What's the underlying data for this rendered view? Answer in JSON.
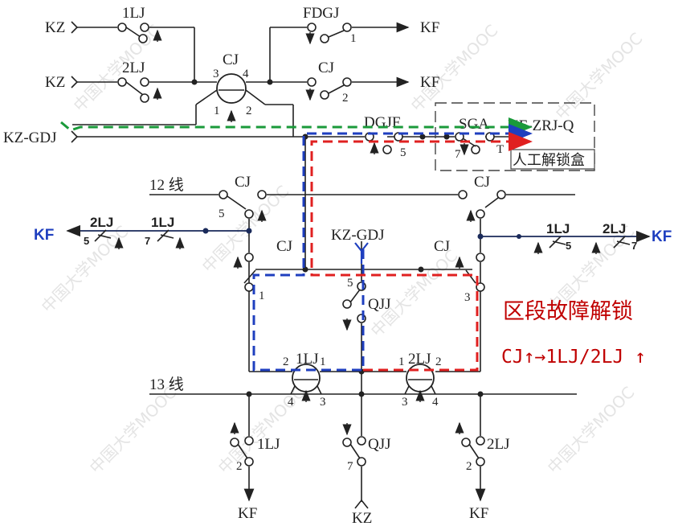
{
  "labels": {
    "kz_top": "KZ",
    "kz_second": "KZ",
    "kz_gdj_left": "KZ-GDJ",
    "sw_1lj": "1LJ",
    "sw_2lj": "2LJ",
    "cj_relay": "CJ",
    "cj_pin3": "3",
    "cj_pin4": "4",
    "cj_pin1": "1",
    "cj_pin2": "2",
    "fdgj": "FDGJ",
    "fdgj_num": "1",
    "cj_contact_top": "CJ",
    "cj_contact_num": "2",
    "kf_top1": "KF",
    "kf_top2": "KF",
    "dgjf": "DGJF",
    "dgjf_num": "5",
    "sga": "SGA",
    "kf_zrj_q": "KF-ZRJ-Q",
    "sga_num": "7",
    "sga_num2": "T",
    "unlock_box": "人工解锁盒",
    "line12": "12 线",
    "line13": "13 线",
    "cj_left": "CJ",
    "cj_right": "CJ",
    "cj_left_num": "5",
    "cj_mid_left": "CJ",
    "cj_mid_right": "CJ",
    "mid_left_num": "1",
    "mid_right_num": "3",
    "kz_gdj_mid": "KZ-GDJ",
    "qjj_mid": "QJJ",
    "qjj_mid_num": "5",
    "kf_left": "KF",
    "kf_right": "KF",
    "l2lj": "2LJ",
    "l1lj": "1LJ",
    "l_num5": "5",
    "l_num7": "7",
    "r1lj": "1LJ",
    "r2lj": "2LJ",
    "r_num5": "5",
    "r_num7": "7",
    "relay_1lj": "1LJ",
    "relay_2lj": "2LJ",
    "r1_p2": "2",
    "r1_p1": "1",
    "r1_p4": "4",
    "r1_p3": "3",
    "r2_p1": "1",
    "r2_p2": "2",
    "r2_p3": "3",
    "r2_p4": "4",
    "b_1lj": "1LJ",
    "b_qjj": "QJJ",
    "b_2lj": "2LJ",
    "b_num2a": "2",
    "b_num7": "7",
    "b_num2b": "2",
    "kf_b1": "KF",
    "kz_b": "KZ",
    "kf_b2": "KF",
    "annot_title": "区段故障解锁",
    "annot_seq": "CJ↑→1LJ/2LJ ↑",
    "watermark": "中国大学MOOC"
  },
  "colors": {
    "line": "#222222",
    "green_path": "#1a9a3a",
    "blue_path": "#1f3fbf",
    "red_path": "#e02020",
    "kf_blue": "#1f3fbf",
    "annot_red": "#c00000",
    "navy_wire": "#1a2a5a"
  }
}
